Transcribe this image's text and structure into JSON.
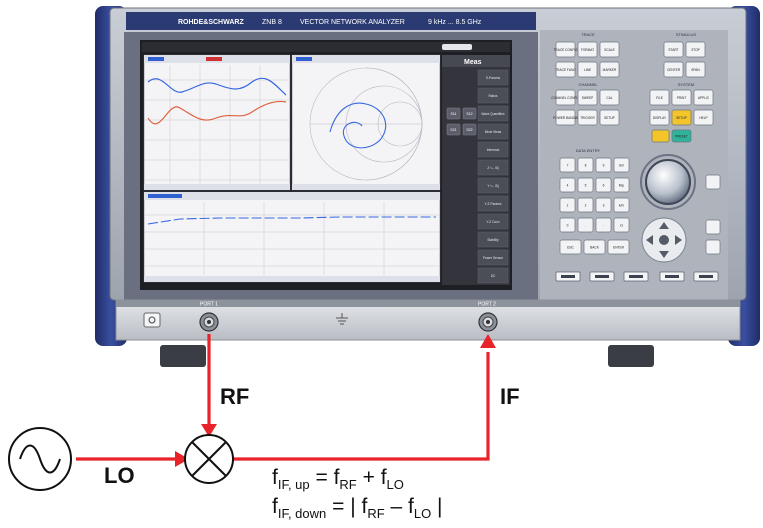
{
  "instrument": {
    "brand": "ROHDE&SCHWARZ",
    "model": "ZNB 8",
    "title": "VECTOR NETWORK ANALYZER",
    "freq_range": "9 kHz ... 8.5 GHz",
    "port1_label": "PORT 1",
    "port2_label": "PORT 2",
    "screen_menu_title": "Meas",
    "softkeys": [
      "S-Params",
      "Ratios",
      "Wave Quantities",
      "Mixer Meas",
      "Intermod",
      "Z <-- Sij",
      "Y <-- Sij",
      "Y-Z-Params",
      "Y-Z Conv",
      "Stability",
      "Power Sensor",
      "DC"
    ],
    "sparam_buttons": [
      "S11",
      "S12",
      "S21",
      "S22"
    ],
    "panel_groups": [
      "TRACE",
      "STIMULUS",
      "CHANNEL",
      "SYSTEM",
      "DATA ENTRY"
    ],
    "trace_keys": [
      "TRACE CONFIG",
      "FORMAT",
      "SCALE",
      "TRACE FUNC",
      "LINE",
      "MARKER"
    ],
    "stimulus_keys": [
      "START",
      "STOP",
      "CENTER",
      "SPAN"
    ],
    "channel_keys": [
      "CHANNEL CONFIG",
      "SWEEP",
      "CAL",
      "POWER BANDW",
      "TRIGGER",
      "SETUP"
    ],
    "system_keys": [
      "FILE",
      "PRINT",
      "APPLIC",
      "DISPLAY",
      "SETUP",
      "HELP",
      "PRESET"
    ],
    "numpad_keys": [
      "7",
      "8",
      "9",
      "4",
      "5",
      "6",
      "1",
      "2",
      "3",
      "0",
      ".",
      "-"
    ],
    "numpad_side_keys": [
      "G/n",
      "M/µ",
      "k/m",
      "x1",
      "ESC",
      "BACK",
      "ENTER"
    ]
  },
  "diagram": {
    "rf_label": "RF",
    "if_label": "IF",
    "lo_label": "LO",
    "formula_up": {
      "f": "f",
      "sub1": "IF, up",
      "eq": " = f",
      "sub2": "RF",
      "plus": " + f",
      "sub3": "LO"
    },
    "formula_down": {
      "f": "f",
      "sub1": "IF, down",
      "eq": " = | f",
      "sub2": "RF",
      "minus": " – f",
      "sub3": "LO",
      "end": " |"
    },
    "colors": {
      "signal": "#e8232a",
      "frame": "#2a3a7a",
      "panel": "#bfc4cc"
    }
  }
}
